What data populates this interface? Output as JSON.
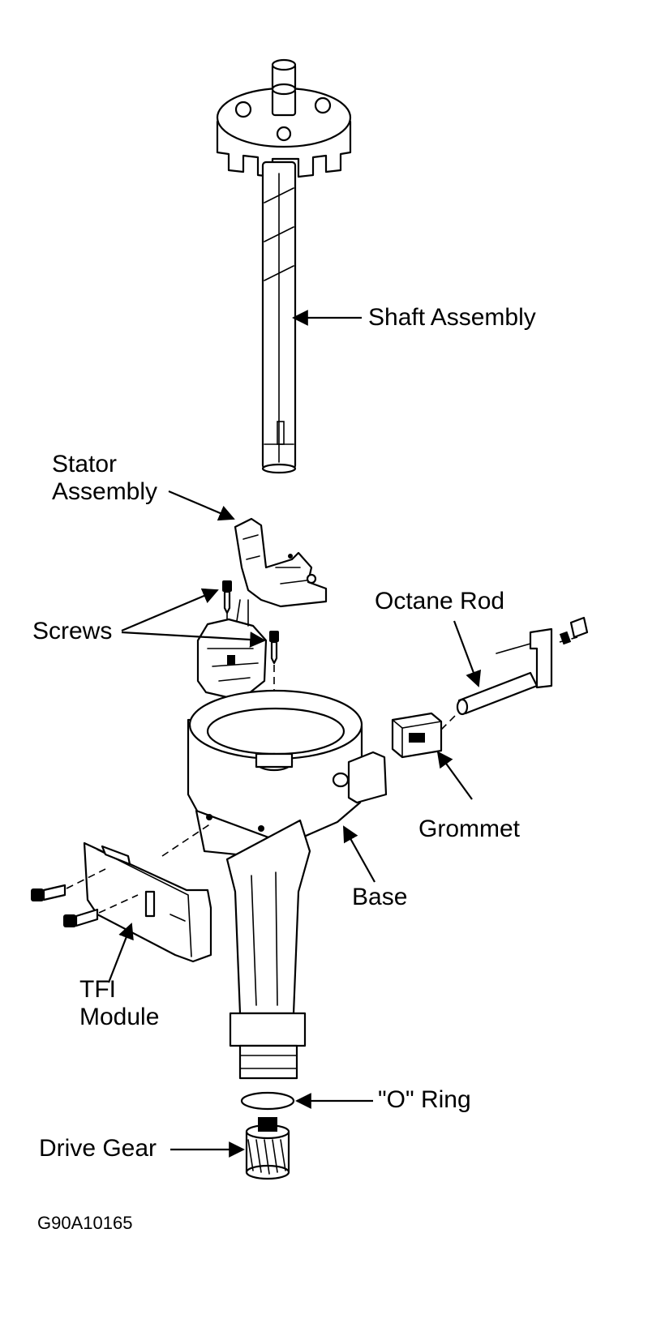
{
  "labels": {
    "shaft_assembly": "Shaft Assembly",
    "stator_line1": "Stator",
    "stator_line2": "Assembly",
    "screws": "Screws",
    "octane_rod": "Octane Rod",
    "grommet": "Grommet",
    "base": "Base",
    "tfi_line1": "TFI",
    "tfi_line2": "Module",
    "o_ring": "\"O\" Ring",
    "drive_gear": "Drive Gear"
  },
  "figure_code": "G90A10165"
}
